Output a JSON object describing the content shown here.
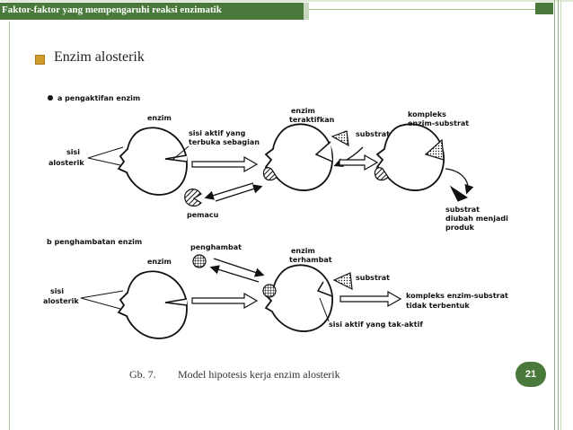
{
  "header": {
    "title": "Faktor-faktor yang mempengaruhi reaksi enzimatik"
  },
  "slide": {
    "subtitle": "Enzim alosterik",
    "page_number": "21"
  },
  "figure": {
    "section_a": {
      "heading": "a  pengaktifan enzim",
      "labels": {
        "enzim": "enzim",
        "sisi_alosterik_1": "sisi",
        "sisi_alosterik_2": "alosterik",
        "sisi_aktif_1": "sisi aktif yang",
        "sisi_aktif_2": "terbuka sebagian",
        "enzim_teraktifkan_1": "enzim",
        "enzim_teraktifkan_2": "teraktifkan",
        "substrat": "substrat",
        "kompleks_1": "kompleks",
        "kompleks_2": "enzim-substrat",
        "pemacu": "pemacu",
        "produk_1": "substrat",
        "produk_2": "diubah menjadi",
        "produk_3": "produk"
      }
    },
    "section_b": {
      "heading": "b  penghambatan enzim",
      "labels": {
        "enzim": "enzim",
        "sisi_alosterik_1": "sisi",
        "sisi_alosterik_2": "alosterik",
        "penghambat": "penghambat",
        "enzim_terhambat_1": "enzim",
        "enzim_terhambat_2": "terhambat",
        "substrat": "substrat",
        "kompleks_1": "kompleks enzim-substrat",
        "kompleks_2": "tidak terbentuk",
        "sisi_aktif_tak_aktif": "sisi aktif yang tak-aktif"
      }
    },
    "caption": {
      "number": "Gb. 7.",
      "text": "Model hipotesis kerja enzim alosterik"
    }
  },
  "colors": {
    "header_green": "#4a7a3b",
    "bullet_gold": "#cf9b2a",
    "badge_green": "#4a7a3b"
  }
}
